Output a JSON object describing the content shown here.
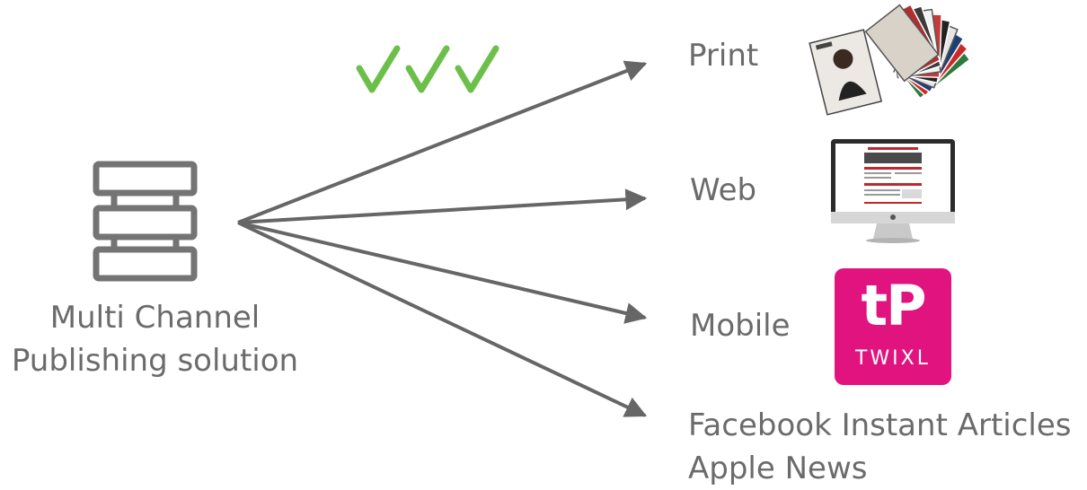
{
  "source": {
    "line1": "Multi Channel",
    "line2": "Publishing solution",
    "icon": "server-stack-icon"
  },
  "checkmarks": {
    "icon": "checkmark-icon",
    "count": 3,
    "color": "#6cc04a"
  },
  "channels": {
    "print": {
      "label": "Print",
      "image": "magazine-stack-image"
    },
    "web": {
      "label": "Web",
      "image": "desktop-monitor-image"
    },
    "mobile": {
      "label": "Mobile",
      "logo_mark": "tP",
      "logo_word": "TWIXL",
      "logo_color": "#e0137f"
    },
    "other": {
      "line1": "Facebook Instant Articles",
      "line2": "Apple News"
    }
  },
  "colors": {
    "text": "#6b6b6b",
    "arrow": "#666666",
    "check": "#6cc04a"
  }
}
